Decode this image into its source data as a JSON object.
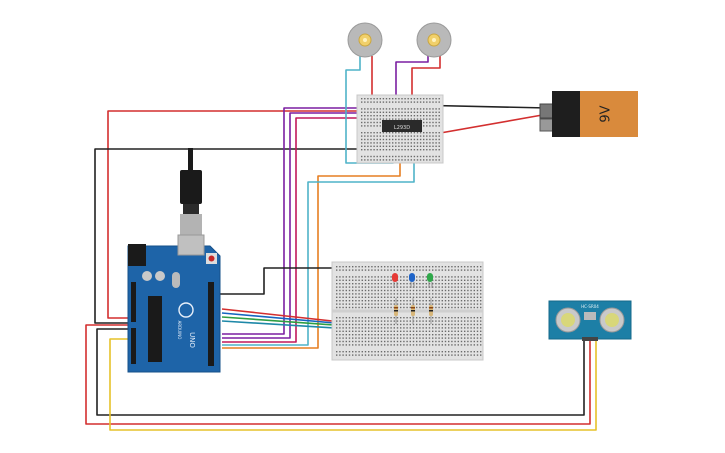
{
  "circuit": {
    "battery": {
      "label": "9V"
    },
    "driver_chip": {
      "label": "L293D"
    },
    "arduino": {
      "model": "UNO",
      "brand": "ARDUINO"
    },
    "sensor": {
      "label": "HC-SR04"
    },
    "led_colors": [
      "#e53935",
      "#1e63c8",
      "#2fa84a"
    ],
    "wire_colors": {
      "red": "#d32f2f",
      "black": "#222222",
      "purple": "#7b1fa2",
      "magenta": "#c2185b",
      "cyan": "#4fb3c8",
      "orange": "#e67e22",
      "green": "#2e9e44",
      "blue": "#1565c0",
      "yellow": "#e6c229",
      "teal": "#1e88a8"
    }
  }
}
